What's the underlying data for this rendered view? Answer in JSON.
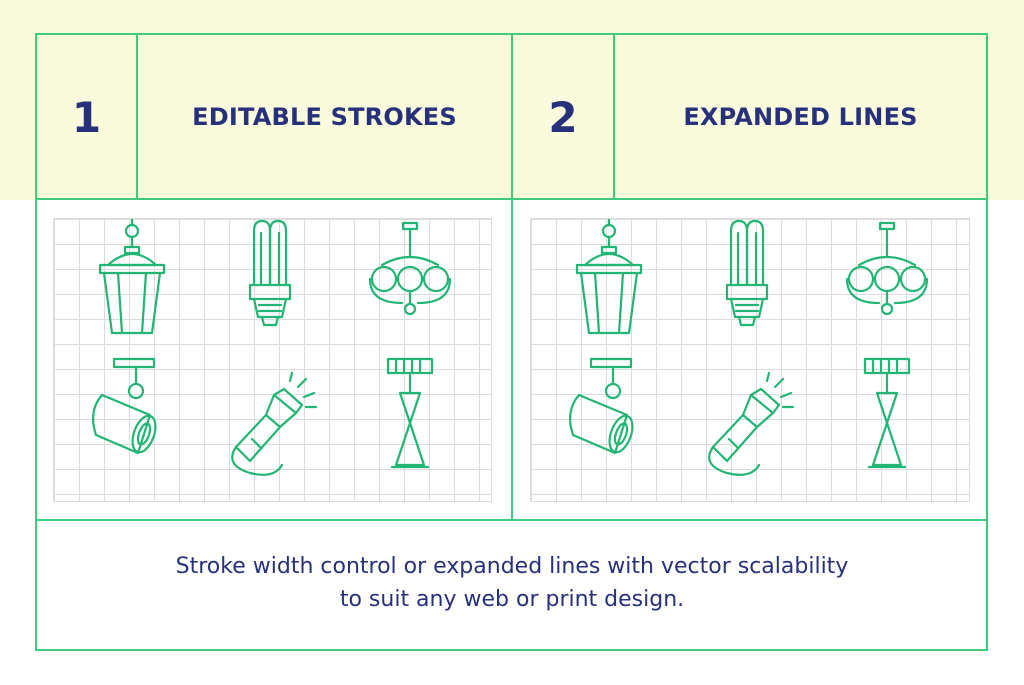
{
  "header": {
    "section1": {
      "number": "1",
      "title": "EDITABLE STROKES"
    },
    "section2": {
      "number": "2",
      "title": "EXPANDED LINES"
    }
  },
  "panels": [
    {
      "icons": [
        "hanging-lantern-icon",
        "cfl-bulb-icon",
        "chandelier-icon",
        "track-spotlight-icon",
        "flashlight-icon",
        "floor-lamp-icon"
      ]
    },
    {
      "icons": [
        "hanging-lantern-icon",
        "cfl-bulb-icon",
        "chandelier-icon",
        "track-spotlight-icon",
        "flashlight-icon",
        "floor-lamp-icon"
      ]
    }
  ],
  "caption": {
    "line1": "Stroke width control or expanded lines with vector scalability",
    "line2": "to suit any web or print design."
  },
  "colors": {
    "header_band": "#fafadc",
    "frame_lines": "#3fca7e",
    "icon_stroke": "#22b573",
    "text": "#27307a",
    "grid": "#dcdcdc"
  }
}
